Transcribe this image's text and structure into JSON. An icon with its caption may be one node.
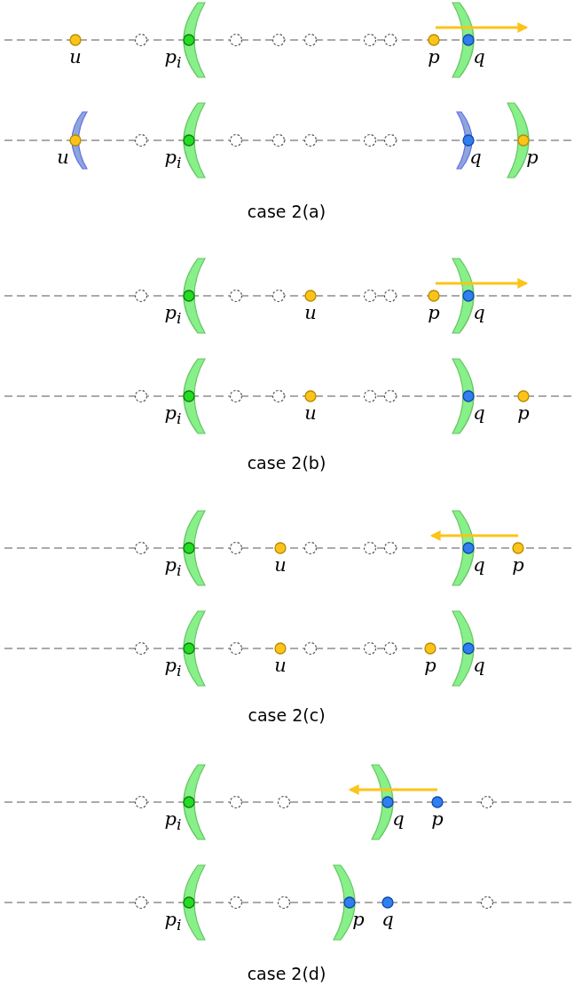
{
  "diagram": {
    "labels": [
      "u",
      "p$_{i}$",
      "p",
      "q",
      "u",
      "p$_{i}$",
      "q",
      "p",
      "case 2(a)",
      "p$_{i}$",
      "u",
      "p",
      "q",
      "p$_{i}$",
      "u",
      "q",
      "p",
      "case 2(b)",
      "p$_{i}$",
      "u",
      "q",
      "p",
      "p$_{i}$",
      "u",
      "p",
      "q",
      "case 2(c)",
      "p$_{i}$",
      "q",
      "p",
      "p$_{i}$",
      "p",
      "q",
      "case 2(d)"
    ]
  }
}
